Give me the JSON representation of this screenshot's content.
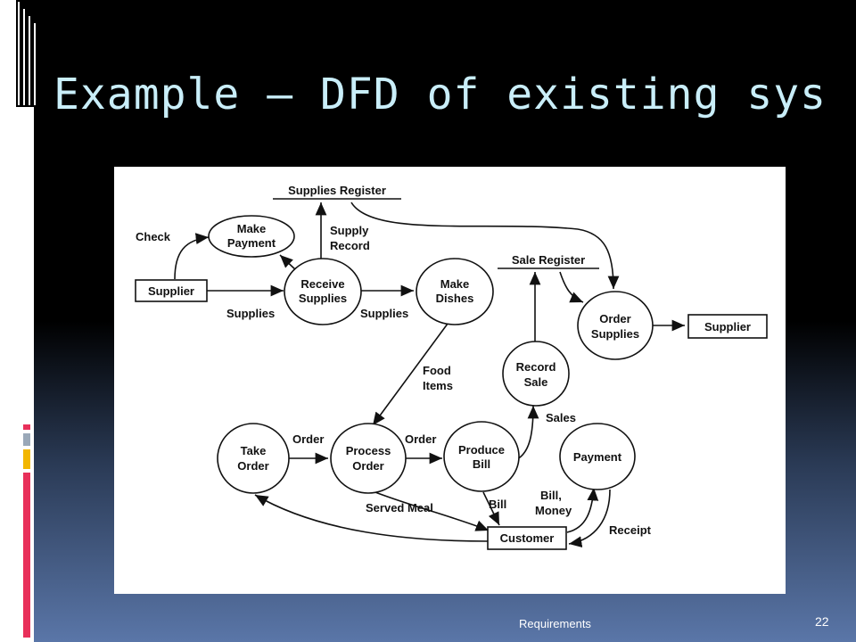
{
  "slide": {
    "title": "Example – DFD of existing sys",
    "footer": "Requirements",
    "page_number": "22"
  },
  "colors": {
    "title": "#c9eef9",
    "background_top": "#000000",
    "background_bottom": "#5a76a8",
    "deco_red": "#e8305a",
    "deco_gold": "#f2b600",
    "deco_gray": "#9aa8b8"
  },
  "diagram": {
    "processes": {
      "make_payment": [
        "Make",
        "Payment"
      ],
      "receive_supplies": [
        "Receive",
        "Supplies"
      ],
      "make_dishes": [
        "Make",
        "Dishes"
      ],
      "order_supplies": [
        "Order",
        "Supplies"
      ],
      "record_sale": [
        "Record",
        "Sale"
      ],
      "take_order": [
        "Take",
        "Order"
      ],
      "process_order": [
        "Process",
        "Order"
      ],
      "produce_bill": [
        "Produce",
        "Bill"
      ],
      "payment": [
        "Payment"
      ]
    },
    "entities": {
      "supplier_left": "Supplier",
      "supplier_right": "Supplier",
      "customer": "Customer"
    },
    "stores": {
      "supplies_register": "Supplies Register",
      "sale_register": "Sale Register"
    },
    "flows": {
      "check": "Check",
      "supply_record": [
        "Supply",
        "Record"
      ],
      "supplies_1": "Supplies",
      "supplies_2": "Supplies",
      "food_items": [
        "Food",
        "Items"
      ],
      "order_1": "Order",
      "order_2": "Order",
      "sales": "Sales",
      "served_meal": "Served Meal",
      "bill": "Bill",
      "bill_money": [
        "Bill,",
        "Money"
      ],
      "receipt": "Receipt"
    }
  }
}
